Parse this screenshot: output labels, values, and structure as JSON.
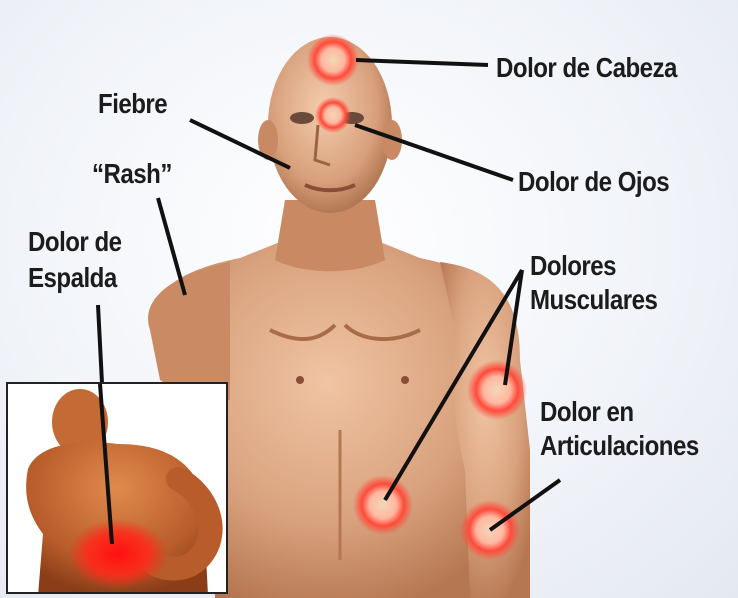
{
  "labels": {
    "headache": "Dolor de Cabeza",
    "fever": "Fiebre",
    "eye_pain": "Dolor de Ojos",
    "rash": "“Rash”",
    "back_pain_line1": "Dolor de",
    "back_pain_line2": "Espalda",
    "muscle_pain_line1": "Dolores",
    "muscle_pain_line2": "Musculares",
    "joint_pain_line1": "Dolor en",
    "joint_pain_line2": "Articulaciones"
  },
  "colors": {
    "skin": "#d9a27e",
    "skin_shadow": "#b57752",
    "pain_marker": "#ff3b3b",
    "label_text": "#1c1c1c",
    "leader_line": "#111111"
  }
}
